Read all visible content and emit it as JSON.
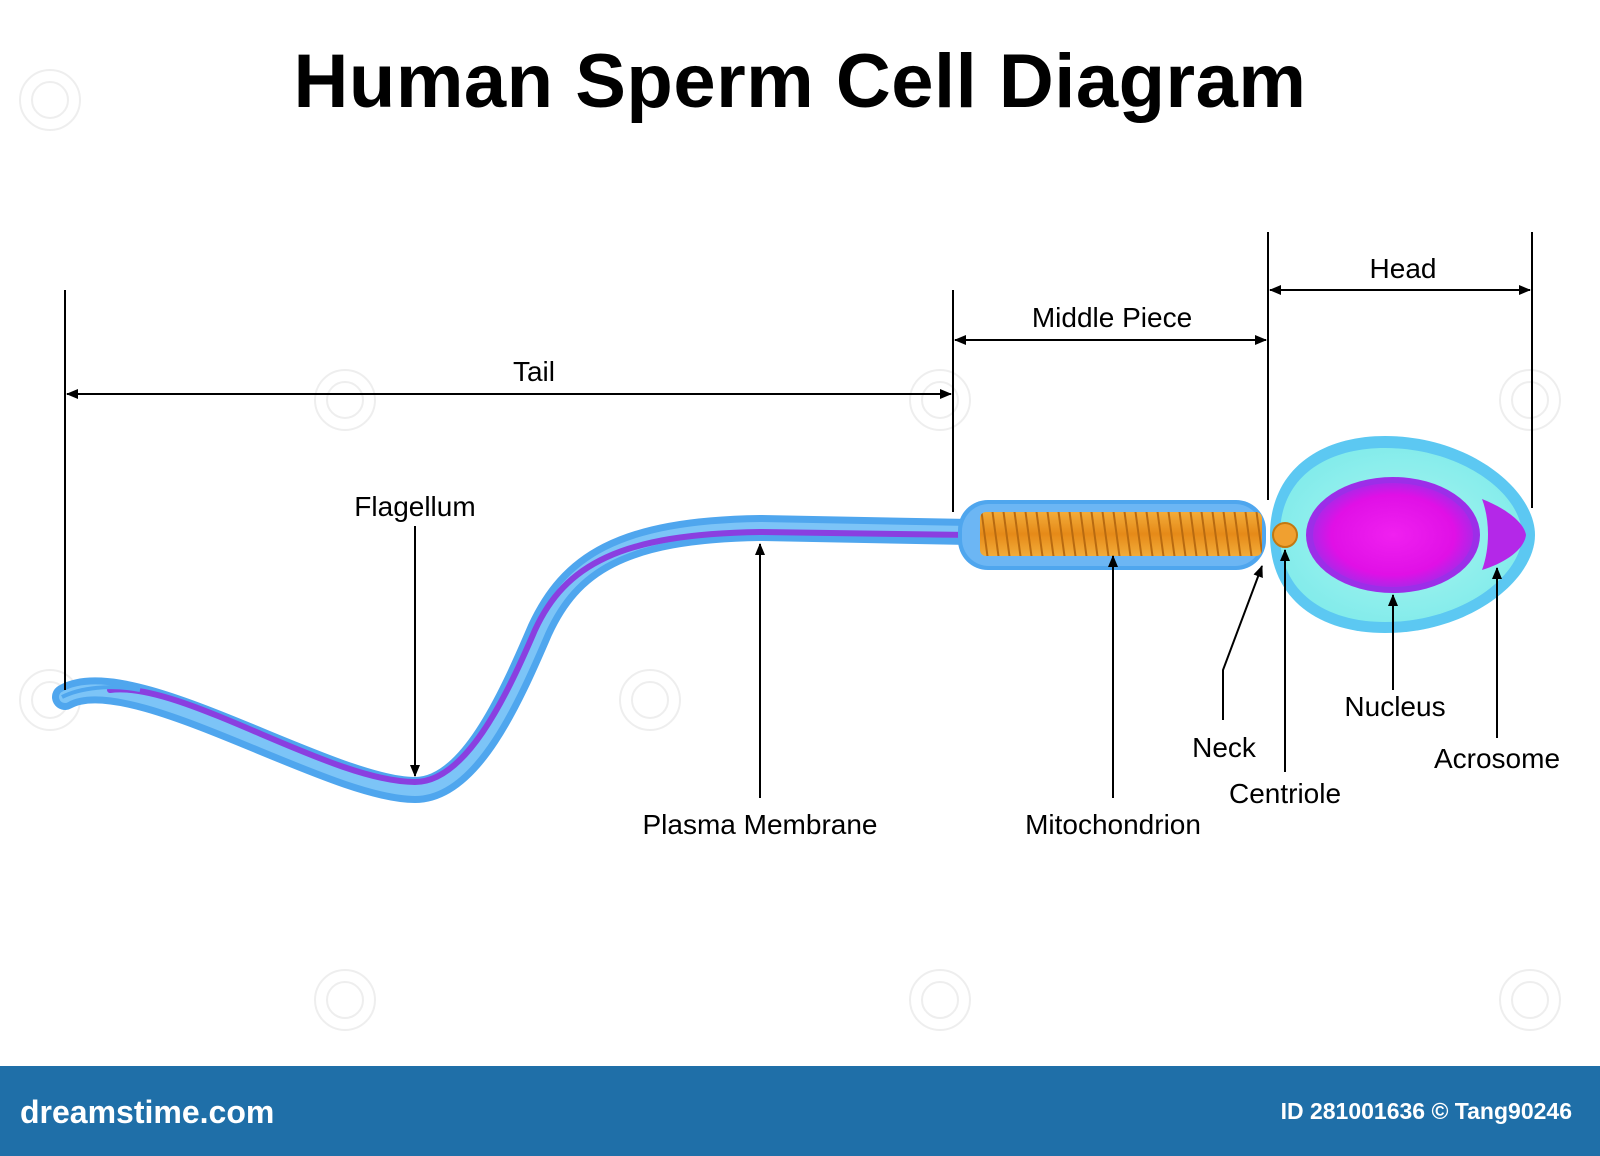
{
  "title": "Human Sperm Cell Diagram",
  "regions": {
    "tail": "Tail",
    "middle_piece": "Middle Piece",
    "head": "Head"
  },
  "parts": {
    "flagellum": "Flagellum",
    "plasma_membrane": "Plasma Membrane",
    "mitochondrion": "Mitochondrion",
    "neck": "Neck",
    "centriole": "Centriole",
    "nucleus": "Nucleus",
    "acrosome": "Acrosome"
  },
  "footer": {
    "brand": "dreamstime.com",
    "stock_id": "ID 281001636 © Tang90246"
  },
  "colors": {
    "membrane": "#4fa6ee",
    "membrane_dark": "#2f7fd6",
    "axial_core": "#8a3fe0",
    "mitochondria": "#f0a030",
    "head_outer": "#5cc8f2",
    "head_inner": "#8ff0ec",
    "nucleus": "#e010e6",
    "footer": "#1f6fa8"
  }
}
